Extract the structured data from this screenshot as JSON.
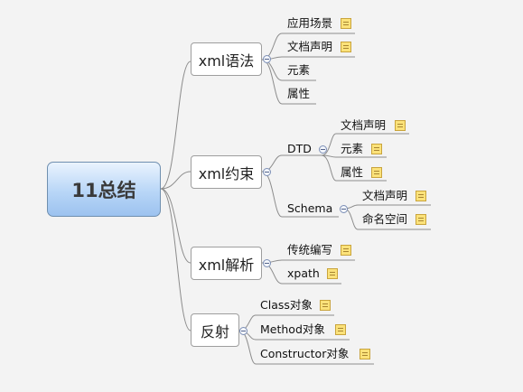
{
  "central": "11总结",
  "branches": [
    {
      "label": "xml语法",
      "children": [
        "应用场景",
        "文档声明",
        "元素",
        "属性"
      ]
    },
    {
      "label": "xml约束",
      "children": [
        {
          "label": "DTD",
          "children": [
            "文档声明",
            "元素",
            "属性"
          ]
        },
        {
          "label": "Schema",
          "children": [
            "文档声明",
            "命名空间"
          ]
        }
      ]
    },
    {
      "label": "xml解析",
      "children": [
        "传统编写",
        "xpath"
      ]
    },
    {
      "label": "反射",
      "children": [
        "Class对象",
        "Method对象",
        "Constructor对象"
      ]
    }
  ],
  "colors": {
    "line": "#8c8c8c",
    "central_fill": "#b8d6f7",
    "note_fill": "#fbe27a",
    "background": "#f3f3f3"
  },
  "icons": {
    "note": "note-icon",
    "collapse": "collapse-minus-icon"
  }
}
